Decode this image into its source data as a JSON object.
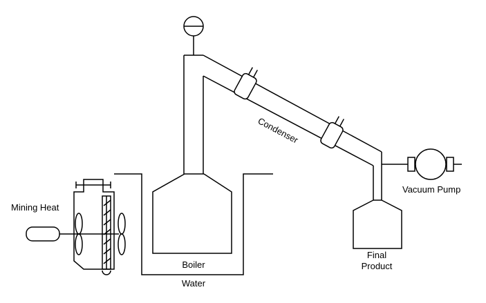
{
  "labels": {
    "mining_heat": "Mining Heat",
    "condenser": "Condenser",
    "vacuum_pump": "Vacuum Pump",
    "final_product_line1": "Final",
    "final_product_line2": "Product",
    "boiler": "Boiler",
    "water": "Water"
  },
  "icons": [
    "pressure-gauge-icon",
    "motor-icon",
    "fan-icon",
    "vacuum-pump-icon"
  ]
}
